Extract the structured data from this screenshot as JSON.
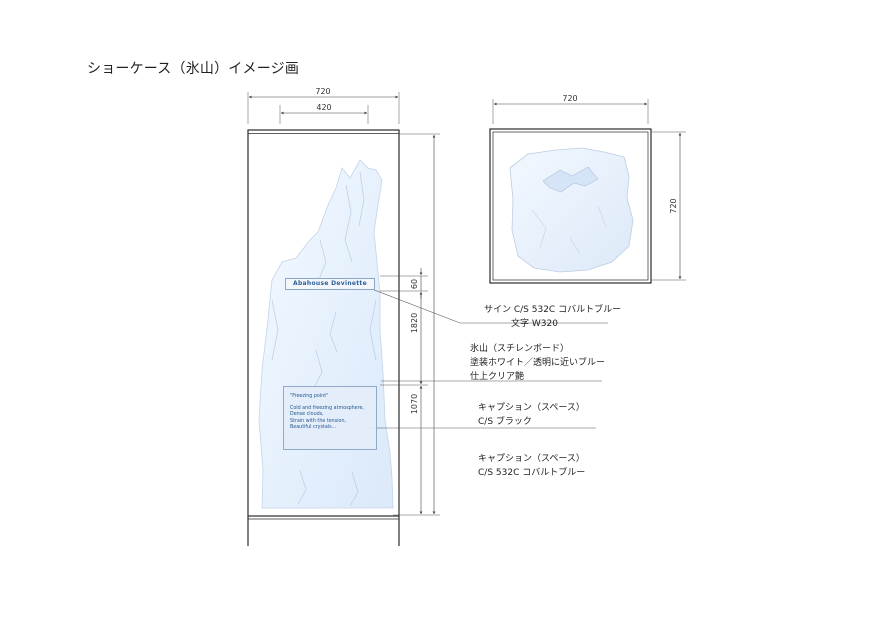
{
  "title": "ショーケース（氷山）イメージ画",
  "front_view": {
    "dimensions": {
      "width_outer": "720",
      "width_inner": "420",
      "height_total": "1820",
      "height_sign": "60",
      "height_lower": "1070"
    },
    "sign_panel": {
      "text": "Abahouse Devinette"
    },
    "caption_panel": {
      "title": "\"Freezing point\"",
      "lines": [
        "Cold and freezing atmosphere,",
        "Dense clouds,",
        "Strain with the tension,",
        "Beautiful crystals..."
      ]
    }
  },
  "top_view": {
    "dimensions": {
      "width": "720",
      "depth": "720"
    }
  },
  "annotations": {
    "sign": {
      "line1": "サイン C/S 532C コバルトブルー",
      "line2": "文字 W320"
    },
    "iceberg": {
      "line1": "氷山（スチレンボード）",
      "line2": "塗装ホワイト／透明に近いブルー",
      "line3": "仕上クリア艶"
    },
    "caption_black": {
      "line1": "キャプション（スペース）",
      "line2": "C/S ブラック"
    },
    "caption_blue": {
      "line1": "キャプション（スペース）",
      "line2": "C/S 532C コバルトブルー"
    }
  }
}
